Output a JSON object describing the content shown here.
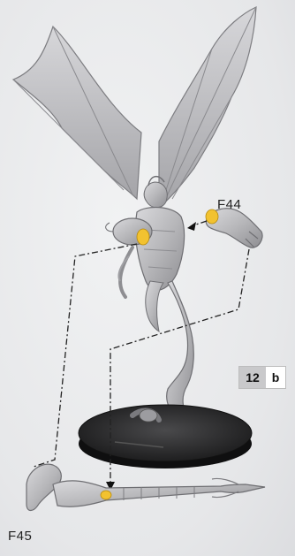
{
  "parts": {
    "upper_label": "F44",
    "lower_label": "F45"
  },
  "step": {
    "number": "12",
    "letter": "b"
  },
  "colors": {
    "background": "#e9eaec",
    "model_grey": "#b9b9bc",
    "glue_point": "#f2c230",
    "base_dark": "#1f1f1f"
  }
}
